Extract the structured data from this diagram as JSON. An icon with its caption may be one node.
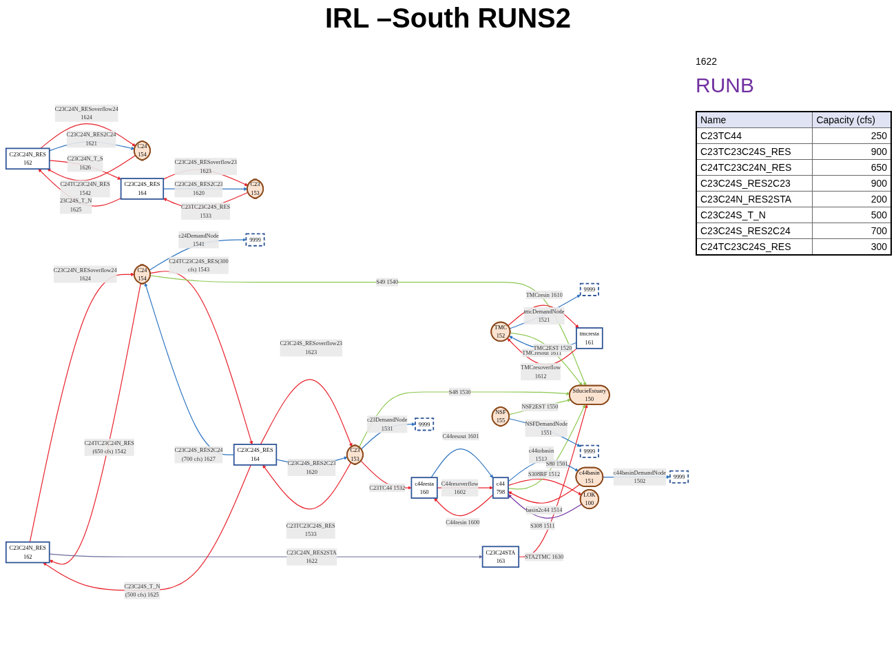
{
  "diagram": {
    "title": "IRL –South RUNS2",
    "nodes": [
      {
        "text": [
          "C23C24STA",
          "163"
        ]
      },
      {
        "text": [
          "9999"
        ]
      },
      {
        "text": [
          "C23C24N_RES",
          "162"
        ]
      },
      {
        "text": [
          "C24",
          "154"
        ]
      },
      {
        "text": [
          "C23C24S_RES",
          "164"
        ]
      },
      {
        "text": [
          "C23",
          "153"
        ]
      },
      {
        "text": [
          "TMC",
          "152"
        ]
      },
      {
        "text": [
          "tmcresta",
          "161"
        ]
      },
      {
        "text": [
          "9999"
        ]
      },
      {
        "text": [
          "9999"
        ]
      },
      {
        "text": [
          "c44basin",
          "151"
        ]
      },
      {
        "text": [
          "c44resta",
          "160"
        ]
      },
      {
        "text": [
          "9999"
        ]
      },
      {
        "text": [
          "StlucieEstuary",
          "150"
        ]
      },
      {
        "text": [
          "LOK",
          "100"
        ]
      },
      {
        "text": [
          "c44",
          "798"
        ]
      },
      {
        "text": [
          "NSF",
          "155"
        ]
      },
      {
        "text": [
          "9999"
        ]
      },
      {
        "text": [
          "C23C24N_RES",
          "162"
        ]
      },
      {
        "text": [
          "C24",
          "154"
        ]
      },
      {
        "text": [
          "C23C24S_RES",
          "164"
        ]
      },
      {
        "text": [
          "C23",
          "153"
        ]
      }
    ],
    "edges": [
      {
        "from": 0,
        "to": 13,
        "arrow": "to",
        "label": "STA2TMC 1630"
      },
      {
        "from": 3,
        "to": 1,
        "arrow": "to",
        "label": "c24DemandNode 1541",
        "color": "#2e75c0"
      },
      {
        "from": 3,
        "to": 2,
        "arrow": "to",
        "label": "C24TC23C24N_RES (650 cfs) 1542"
      },
      {
        "from": 2,
        "to": 3,
        "arrow": "to",
        "label": "C23C24N_RESoverflow24 1624"
      },
      {
        "from": 2,
        "to": 0,
        "arrow": "to",
        "label": "C23C24N_RES2STA 1622",
        "color": "#6b6b9b"
      },
      {
        "from": 4,
        "to": 2,
        "arrow": "to",
        "label": "C23C24S_T_N (500 cfs) 1625"
      },
      {
        "from": 3,
        "to": 4,
        "arrow": "to",
        "label": "C24TC23C24S_RES(300 cfs) 1543"
      },
      {
        "from": 4,
        "to": 3,
        "arrow": "to",
        "label": "C23C24S_RES2C24 (700 cfs) 1627",
        "color": "#2e75c0"
      },
      {
        "from": 5,
        "to": 4,
        "arrow": "to",
        "label": "C23TC23C24S_RES 1533"
      },
      {
        "from": 4,
        "to": 5,
        "arrow": "to",
        "label": "C23C24S_RESoverflow23 1623"
      },
      {
        "from": 4,
        "to": 5,
        "arrow": "to",
        "label": "C23C24S_RES2C23 1620",
        "color": "#2e75c0"
      },
      {
        "from": 3,
        "to": 13,
        "arrow": "to",
        "label": "S49 1540",
        "color": "#8cc850"
      },
      {
        "from": 5,
        "to": 13,
        "arrow": "to",
        "label": "S48 1530",
        "color": "#8cc850"
      },
      {
        "from": 5,
        "to": 9,
        "arrow": "to",
        "label": "c23DemandNode 1531",
        "color": "#2e75c0"
      },
      {
        "from": 5,
        "to": 11,
        "arrow": "to",
        "label": "C23TC44 1532"
      },
      {
        "from": 7,
        "to": 6,
        "arrow": "to",
        "label": "TMCresout 1611",
        "color": "#2e75c0"
      },
      {
        "from": 6,
        "to": 7,
        "arrow": "to",
        "label": "TMCresin 1610"
      },
      {
        "from": 7,
        "to": 6,
        "arrow": "to",
        "label": "TMCresoverflow 1612"
      },
      {
        "from": 6,
        "to": 8,
        "arrow": "to",
        "label": "tmcDemandNode 1521",
        "color": "#2e75c0"
      },
      {
        "from": 6,
        "to": 13,
        "arrow": "to",
        "label": "TMC2EST 1520",
        "color": "#8cc850"
      },
      {
        "from": 10,
        "to": 12,
        "arrow": "to",
        "label": "c44basinDemandNode 1502",
        "color": "#2e75c0"
      },
      {
        "from": 10,
        "to": 15,
        "arrow": "to",
        "label": "basin2c44 1514"
      },
      {
        "from": 15,
        "to": 10,
        "arrow": "to",
        "label": "c44tobasin 1513",
        "color": "#2e75c0"
      },
      {
        "from": 11,
        "to": 15,
        "arrow": "to",
        "label": "C44resout 1601",
        "color": "#2e75c0"
      },
      {
        "from": 15,
        "to": 11,
        "arrow": "to",
        "label": "C44resin 1600"
      },
      {
        "from": 11,
        "to": 15,
        "arrow": "to",
        "label": "C44resoverflow 1602"
      },
      {
        "from": 14,
        "to": 15,
        "arrow": "to",
        "label": "S308 1511",
        "color": "#7030a0"
      },
      {
        "from": 15,
        "to": 14,
        "arrow": "to",
        "label": "S308BF 1512"
      },
      {
        "from": 15,
        "to": 13,
        "arrow": "to",
        "label": "S80 1501",
        "color": "#8cc850"
      },
      {
        "from": 16,
        "to": 13,
        "arrow": "to",
        "label": "NSF2EST 1550",
        "color": "#8cc850"
      },
      {
        "from": 16,
        "to": 17,
        "arrow": "to",
        "label": "NSFDemandNode 1551",
        "color": "#2e75c0"
      },
      {
        "from": 19,
        "to": 18,
        "arrow": "to",
        "label": "C24TC23C24N_RES 1542"
      },
      {
        "from": 18,
        "to": 19,
        "arrow": "to",
        "label": "C23C24N_RESoverflow24 1624"
      },
      {
        "from": 18,
        "to": 19,
        "arrow": "to",
        "label": "C23C24N_RES2C24 1621",
        "color": "#2e75c0"
      },
      {
        "from": 20,
        "to": 18,
        "arrow": "to",
        "label": "23C24S_T_N 1625"
      },
      {
        "from": 18,
        "to": 20,
        "arrow": "to",
        "label": "C23C24N_T_S 1626"
      },
      {
        "from": 21,
        "to": 20,
        "arrow": "to",
        "label": "C23TC23C24S_RES 1533"
      },
      {
        "from": 20,
        "to": 21,
        "arrow": "to",
        "label": "C23C24S_RESoverflow23 1623"
      },
      {
        "from": 20,
        "to": 21,
        "arrow": "to",
        "label": "C23C24S_RES2C23 1620",
        "color": "#2e75c0"
      }
    ],
    "labels": [
      "1622",
      "RUNB",
      "Name",
      "Capacity (cfs)",
      "C23TC44",
      "250",
      "C23TC23C24S_RES",
      "900",
      "C24TC23C24N_RES",
      "650",
      "C23C24S_RES2C23",
      "900",
      "C23C24N_RES2STA",
      "200",
      "C23C24S_T_N",
      "500",
      "C23C24S_RES2C24",
      "700",
      "C24TC23C24S_RES",
      "300"
    ]
  }
}
